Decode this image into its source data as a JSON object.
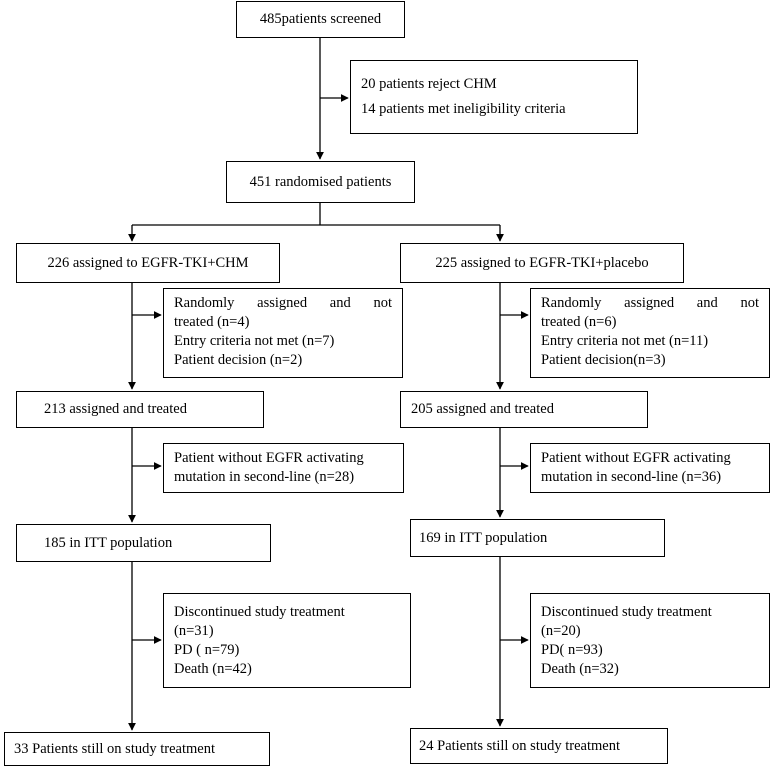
{
  "flow": {
    "screened": "485patients screened",
    "exclusions": [
      "20 patients reject CHM",
      "14 patients met ineligibility criteria"
    ],
    "randomised": "451 randomised patients",
    "left": {
      "assigned": "226 assigned to EGFR-TKI+CHM",
      "not_treated": [
        "Randomly assigned and not",
        "treated (n=4)",
        "Entry criteria not met (n=7)",
        "Patient decision (n=2)"
      ],
      "treated": "213 assigned and treated",
      "no_mutation": [
        "Patient without EGFR activating",
        "mutation in second-line (n=28)"
      ],
      "itt": "185 in ITT population",
      "discontinued": [
        "Discontinued study treatment",
        "(n=31)",
        "PD ( n=79)",
        "Death (n=42)"
      ],
      "still_on": "33 Patients still on study treatment"
    },
    "right": {
      "assigned": "225 assigned to EGFR-TKI+placebo",
      "not_treated": [
        "Randomly assigned and not",
        "treated (n=6)",
        "Entry criteria not met (n=11)",
        "Patient decision(n=3)"
      ],
      "treated": "205 assigned and treated",
      "no_mutation": [
        "Patient without EGFR activating",
        "mutation in second-line (n=36)"
      ],
      "itt": "169 in ITT population",
      "discontinued": [
        "Discontinued study treatment",
        "(n=20)",
        "PD( n=93)",
        "Death (n=32)"
      ],
      "still_on": "24 Patients still on study treatment"
    }
  }
}
